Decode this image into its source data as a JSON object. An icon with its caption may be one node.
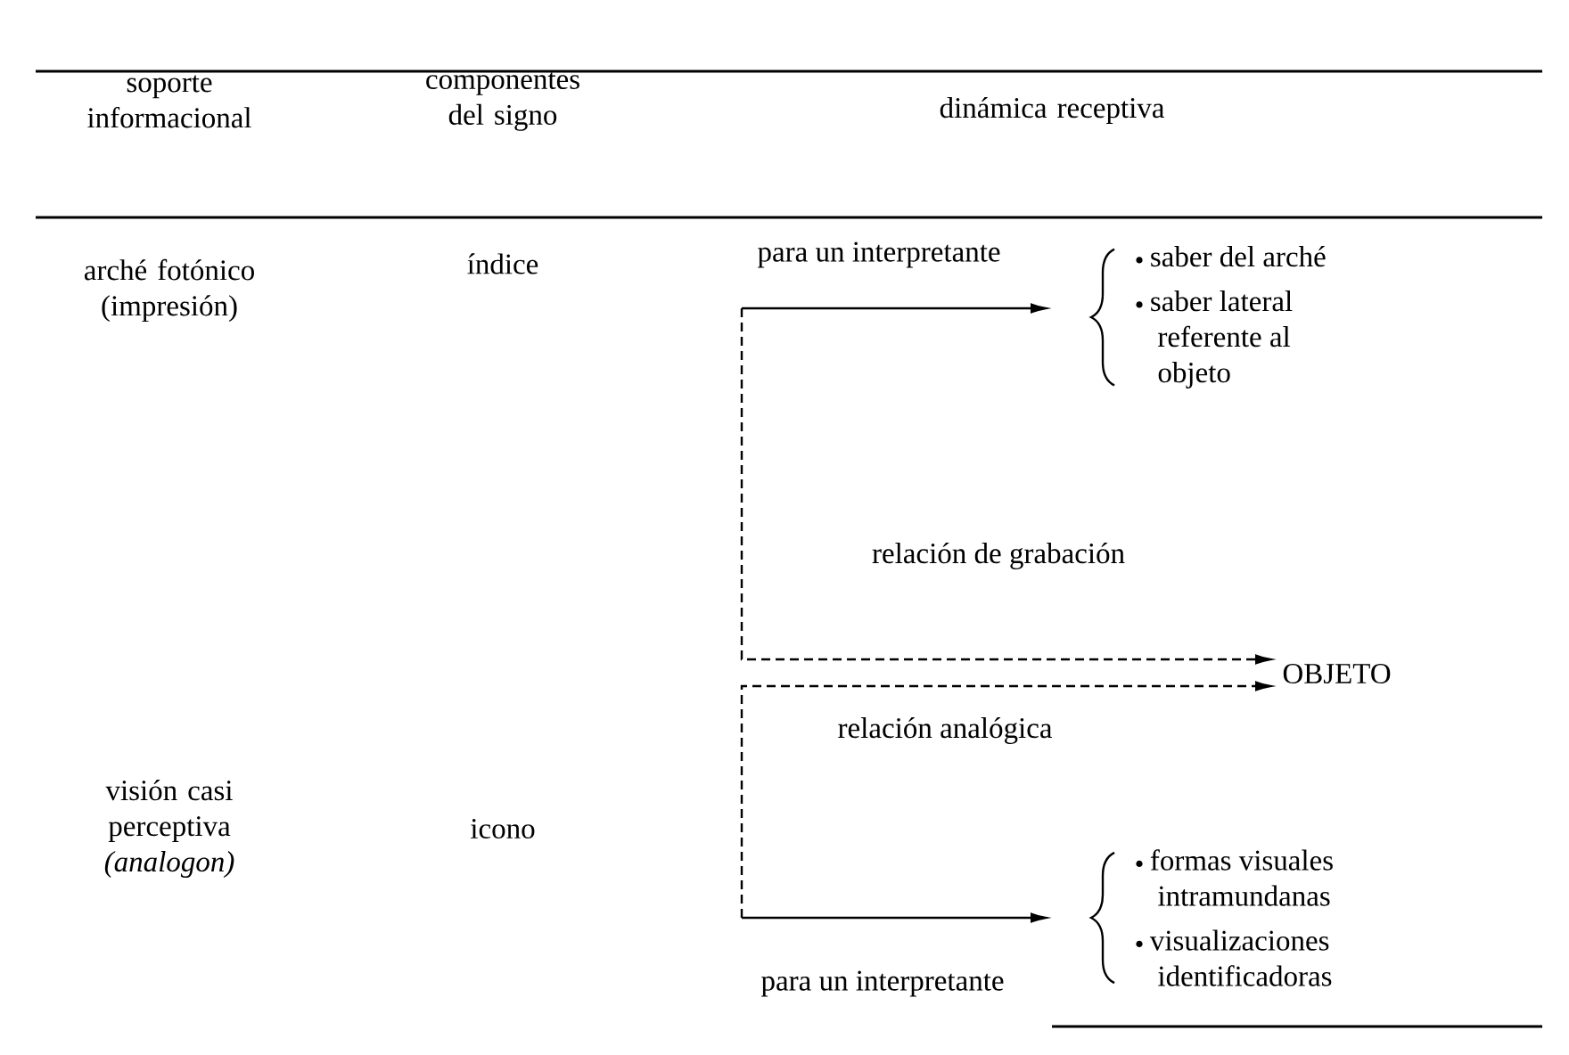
{
  "diagram": {
    "nodes": [
      {
        "text": [
          "saber del arché",
          "saber lateral referente al objeto"
        ]
      },
      {
        "text": [
          "OBJETO"
        ]
      },
      {
        "text": [
          "formas visuales intramundanas",
          "visualizaciones identificadoras"
        ]
      }
    ],
    "edges": [
      {
        "from": null,
        "to": 0,
        "arrow": "to",
        "label": "para un interpretante"
      },
      {
        "from": null,
        "to": 1,
        "arrow": "to",
        "style": "dashed",
        "label": "relación de grabación"
      },
      {
        "from": null,
        "to": 1,
        "arrow": "to",
        "style": "dashed",
        "label": "relación analógica"
      },
      {
        "from": null,
        "to": 2,
        "arrow": "to",
        "label": "para un interpretante"
      }
    ],
    "labels": [
      "soporte informacional",
      "componentes del signo",
      "dinámica receptiva",
      "arché fotónico (impresión)",
      "índice",
      "visión casi perceptiva *(analogon)*",
      "icono"
    ]
  }
}
